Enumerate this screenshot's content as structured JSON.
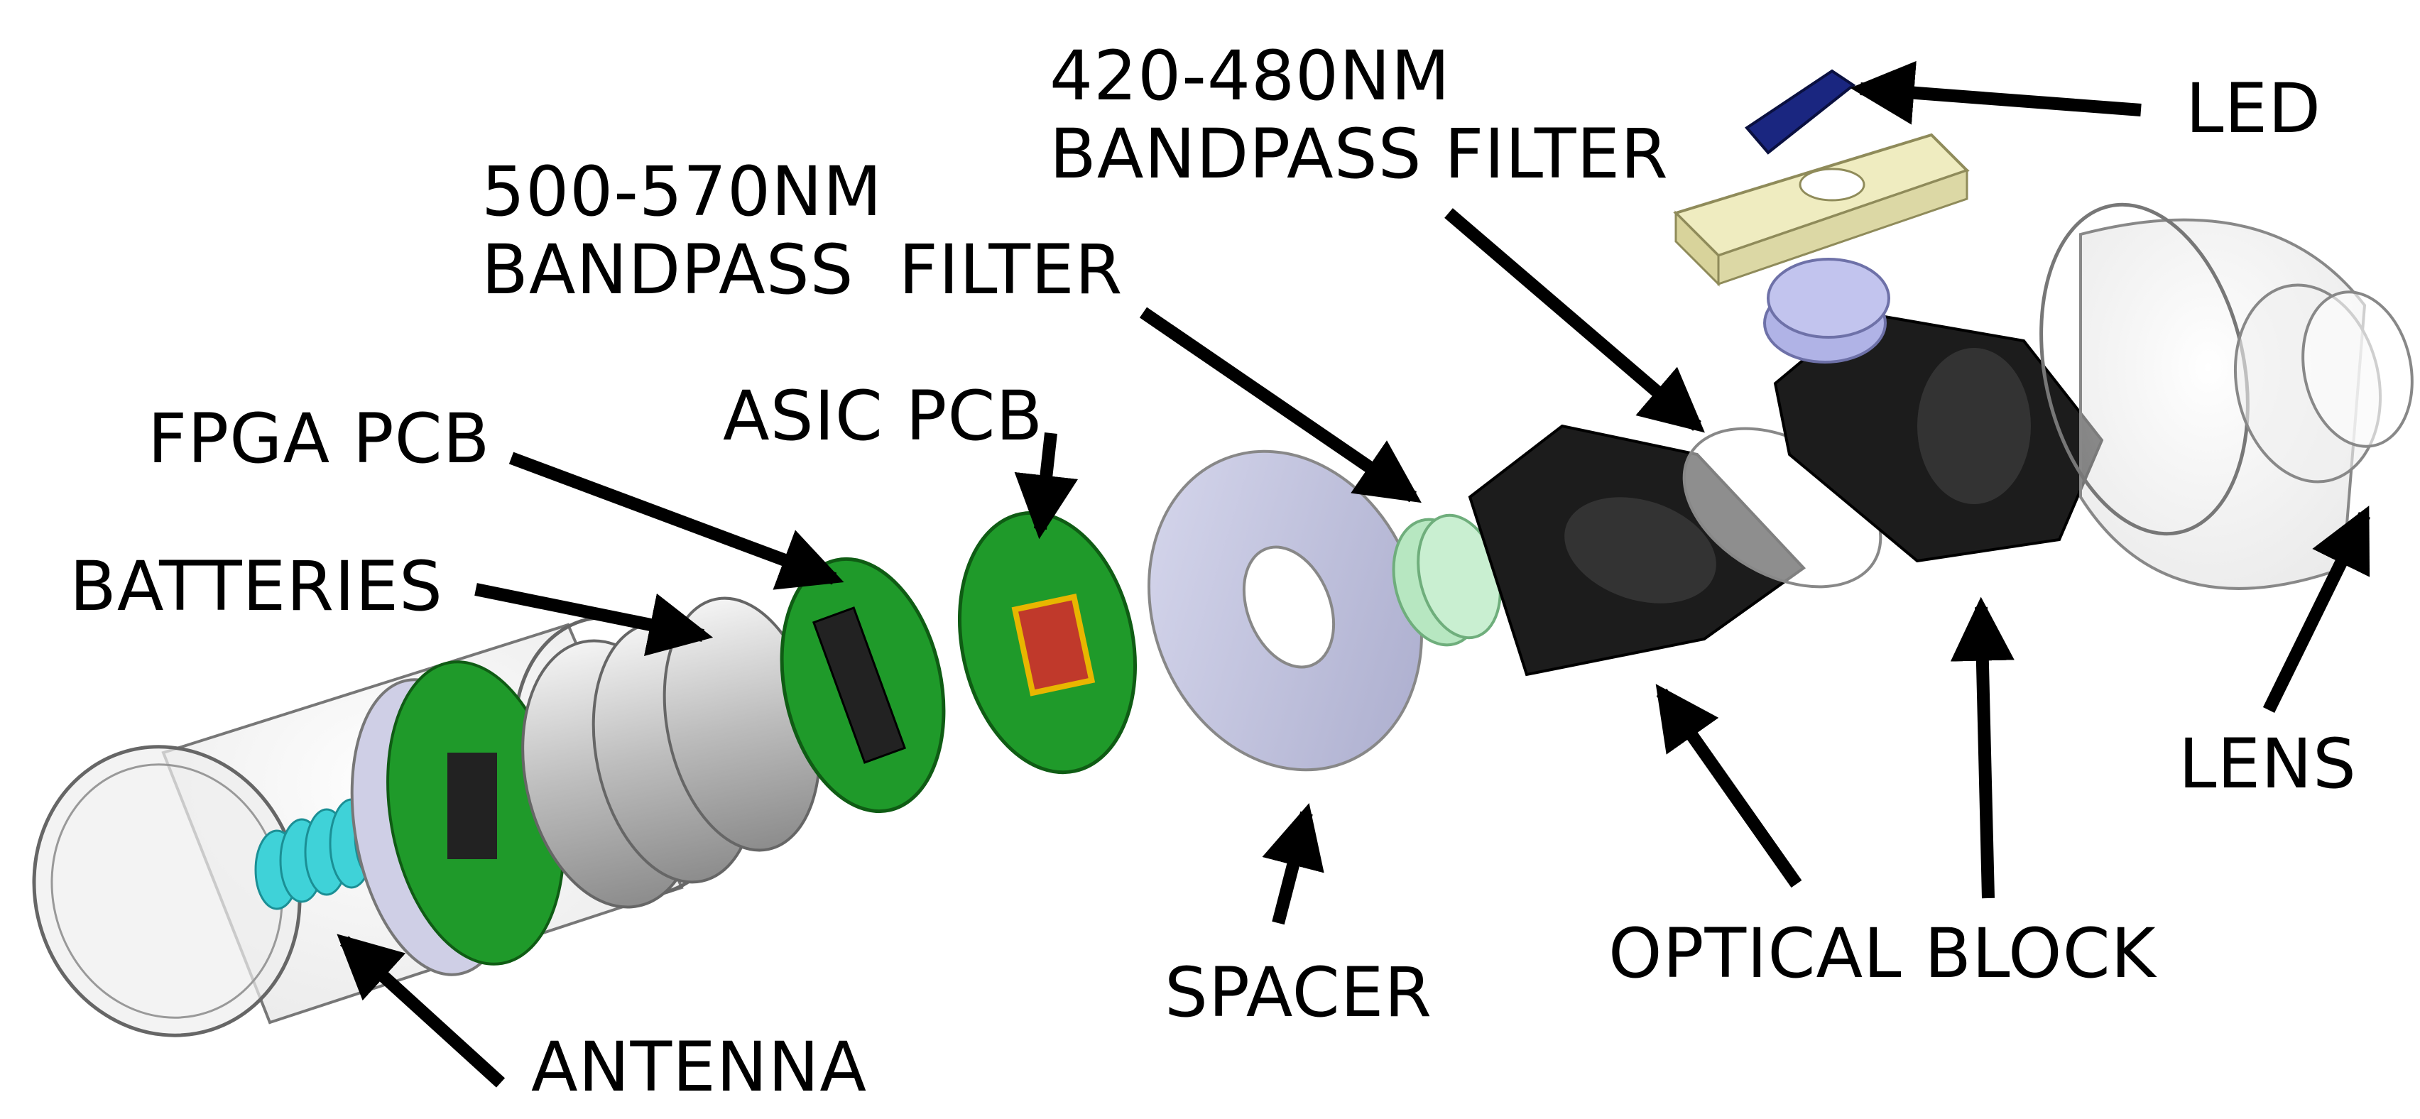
{
  "labels": {
    "led": "LED",
    "filter_420": {
      "line1": "420-480NM",
      "line2": "BANDPASS FILTER"
    },
    "filter_500": {
      "line1": "500-570NM",
      "line2": "BANDPASS  FILTER"
    },
    "asic_pcb": "ASIC PCB",
    "fpga_pcb": "FPGA PCB",
    "batteries": "BATTERIES",
    "lens": "LENS",
    "optical_block": "OPTICAL BLOCK",
    "spacer": "SPACER",
    "antenna": "ANTENNA"
  },
  "colors": {
    "pcb_green": "#1f9a2a",
    "antenna_cyan": "#3fd2d8",
    "spacer_lavender": "#c4c6df",
    "led_blue": "#1a2680",
    "mount_beige": "#efecc0",
    "filter_lavender": "#b0b3e6",
    "filter_green": "#b7e7c1",
    "optical_black": "#1c1c1c",
    "chip_red": "#c0392b"
  }
}
